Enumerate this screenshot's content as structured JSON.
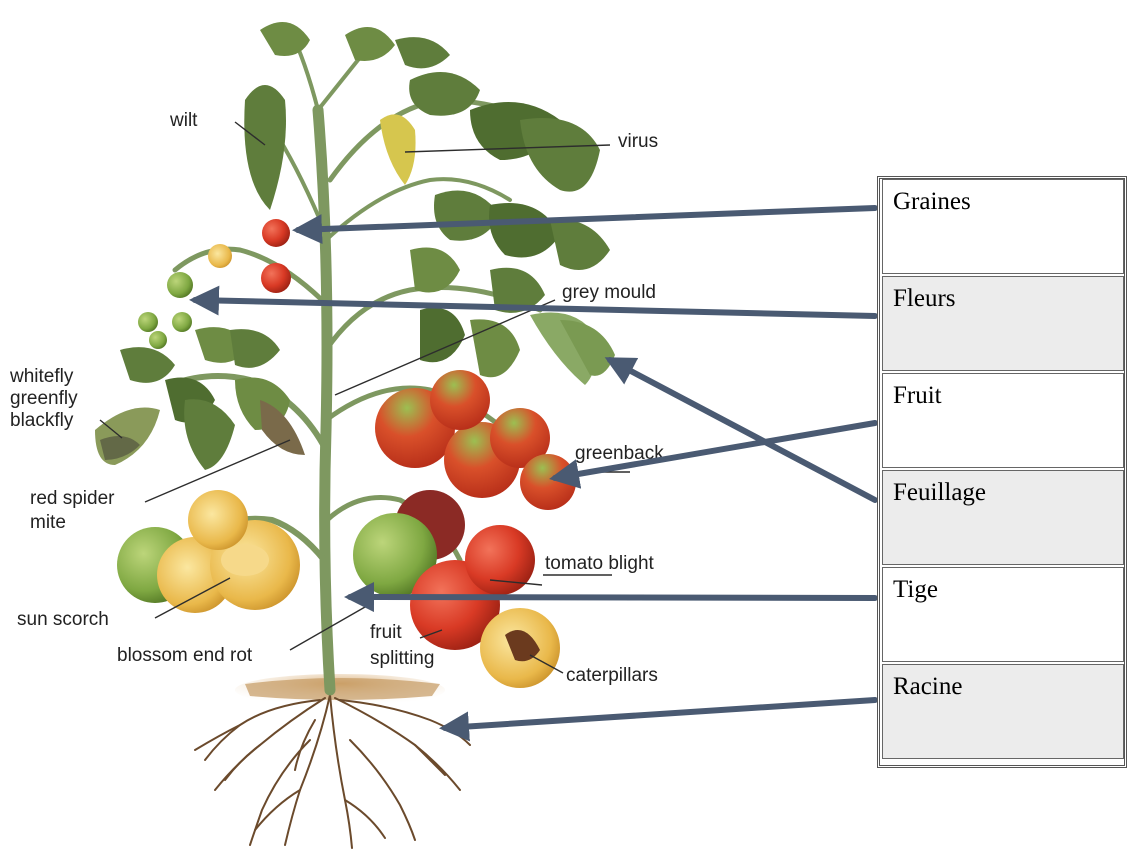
{
  "diagram": {
    "plant_labels": [
      {
        "id": "wilt",
        "lines": [
          "wilt"
        ]
      },
      {
        "id": "virus",
        "lines": [
          "virus"
        ]
      },
      {
        "id": "grey-mould",
        "lines": [
          "grey mould"
        ]
      },
      {
        "id": "whitefly",
        "lines": [
          "whitefly",
          "greenfly",
          "blackfly"
        ]
      },
      {
        "id": "red-spider-mite",
        "lines": [
          "red spider",
          "mite"
        ]
      },
      {
        "id": "greenback",
        "lines": [
          "greenback"
        ]
      },
      {
        "id": "tomato-blight",
        "lines": [
          "tomato blight"
        ]
      },
      {
        "id": "sun-scorch",
        "lines": [
          "sun scorch"
        ]
      },
      {
        "id": "blossom-end-rot",
        "lines": [
          "blossom end rot"
        ]
      },
      {
        "id": "fruit-splitting",
        "lines": [
          "fruit",
          "splitting"
        ]
      },
      {
        "id": "caterpillars",
        "lines": [
          "caterpillars"
        ]
      }
    ],
    "table_rows": [
      "Graines",
      "Fleurs",
      "Fruit",
      "Feuillage",
      "Tige",
      "Racine"
    ],
    "colors": {
      "arrow": "#4a5a72",
      "stem": "#7e9860",
      "leaf": "#5f7d3c",
      "leaf_light": "#8aa965",
      "tomato_red": "#d93a25",
      "tomato_green": "#7fa842",
      "tomato_yellow": "#e7b23a",
      "soil": "#b58a55",
      "root": "#6b4a2c"
    }
  }
}
